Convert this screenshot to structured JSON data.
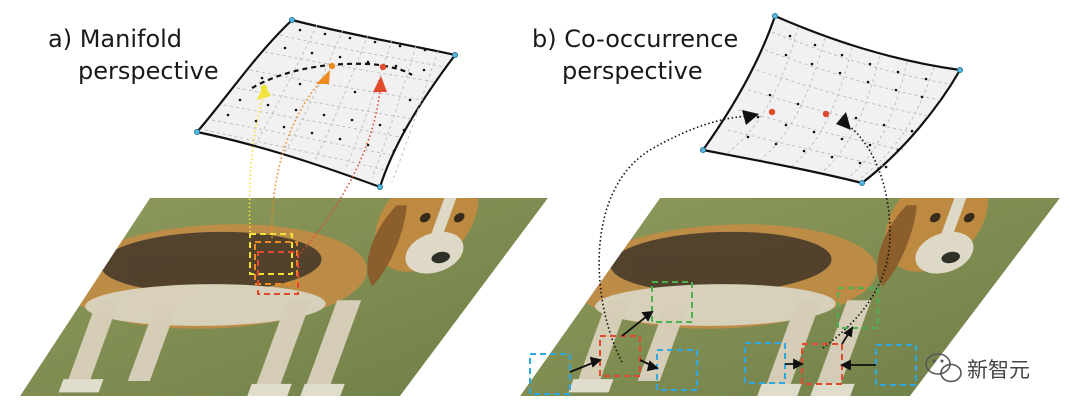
{
  "panel_a": {
    "label_line1": "a) Manifold",
    "label_line2": "perspective"
  },
  "panel_b": {
    "label_line1": "b) Co-occurrence",
    "label_line2": "perspective"
  },
  "watermark": {
    "text": "新智元",
    "icon": "wechat-icon"
  },
  "colors": {
    "yellow": "#f3e23c",
    "orange": "#ee8a22",
    "red": "#e24a2e",
    "green": "#4caf50",
    "blue": "#2ea8de",
    "black": "#111111",
    "surface_fill": "#f1f1f1",
    "corner_dot": "#58b6dc"
  }
}
